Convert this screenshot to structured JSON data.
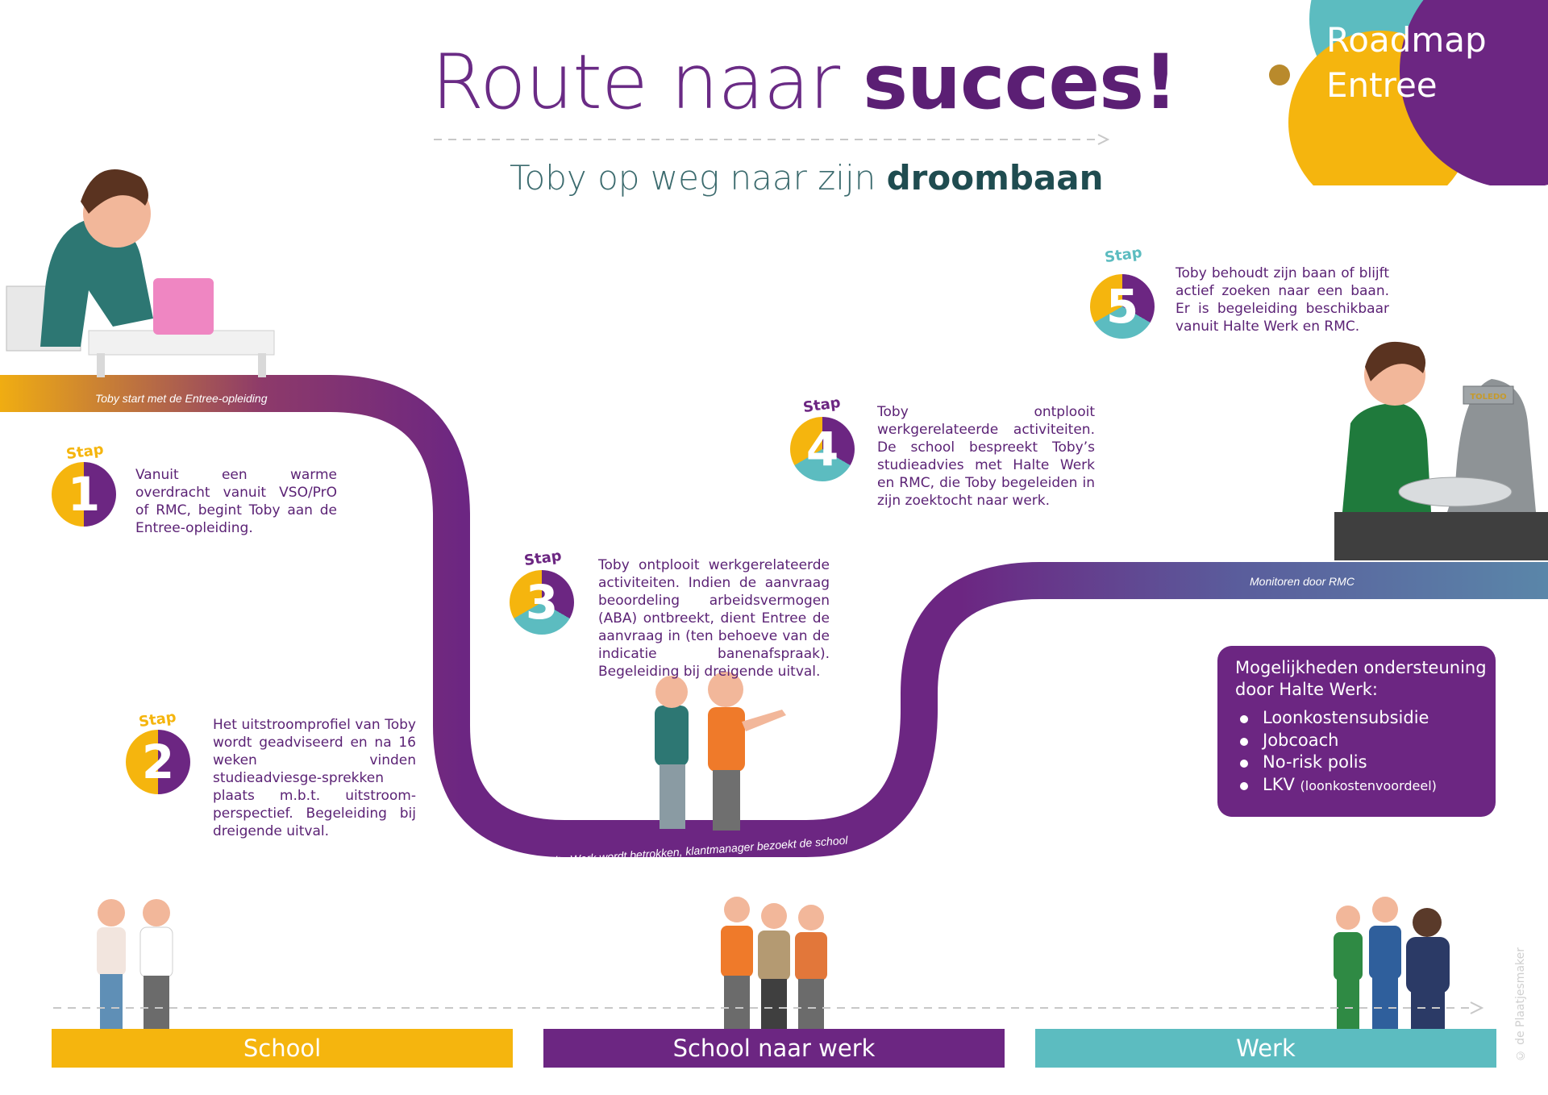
{
  "header": {
    "title_light": "Route naar ",
    "title_bold": "succes!",
    "subtitle_light": "Toby op weg naar zijn ",
    "subtitle_bold": "droombaan"
  },
  "corner": {
    "line1": "Roadmap",
    "line2": "Entree"
  },
  "road_labels": {
    "start": "Toby start met de Entree-opleiding",
    "bottom": "Halte Werk wordt betrokken, klantmanager bezoekt de school",
    "monitor": "Monitoren door RMC"
  },
  "steps": [
    {
      "label": "Stap",
      "number": "1",
      "text": "Vanuit een warme overdracht vanuit VSO/PrO of RMC, begint Toby aan de Entree-opleiding."
    },
    {
      "label": "Stap",
      "number": "2",
      "text": "Het uitstroomprofiel van Toby wordt geadviseerd en na 16 weken vinden studieadviesge-sprekken plaats m.b.t. uitstroom-perspectief. Begeleiding bij dreigende uitval."
    },
    {
      "label": "Stap",
      "number": "3",
      "text": "Toby ontplooit werkgerelateerde activiteiten. Indien de aanvraag beoordeling arbeidsvermogen (ABA) ontbreekt, dient Entree de aanvraag in (ten behoeve van de indicatie banenafspraak). Begeleiding bij dreigende uitval."
    },
    {
      "label": "Stap",
      "number": "4",
      "text": "Toby ontplooit werkgerelateerde activiteiten. De school bespreekt Toby’s studieadvies met Halte Werk en RMC, die Toby begeleiden in zijn zoektocht naar werk."
    },
    {
      "label": "Stap",
      "number": "5",
      "text": "Toby behoudt zijn baan of blijft actief zoeken naar een baan. Er is begeleiding beschikbaar vanuit Halte Werk en RMC."
    }
  ],
  "support": {
    "title": "Mogelijkheden ondersteuning door Halte Werk:",
    "items": [
      "Loonkostensubsidie",
      "Jobcoach",
      "No-risk polis",
      "LKV"
    ],
    "item4_note": "(loonkostenvoordeel)"
  },
  "phases": [
    "School",
    "School naar werk",
    "Werk"
  ],
  "colors": {
    "yellow": "#f5b50e",
    "purple": "#6c2682",
    "teal": "#5cbcc0",
    "gray_purple": "#5a5d9c"
  },
  "scale_brand": "TOLEDO",
  "copyright": "© de Plaatjesmaker"
}
